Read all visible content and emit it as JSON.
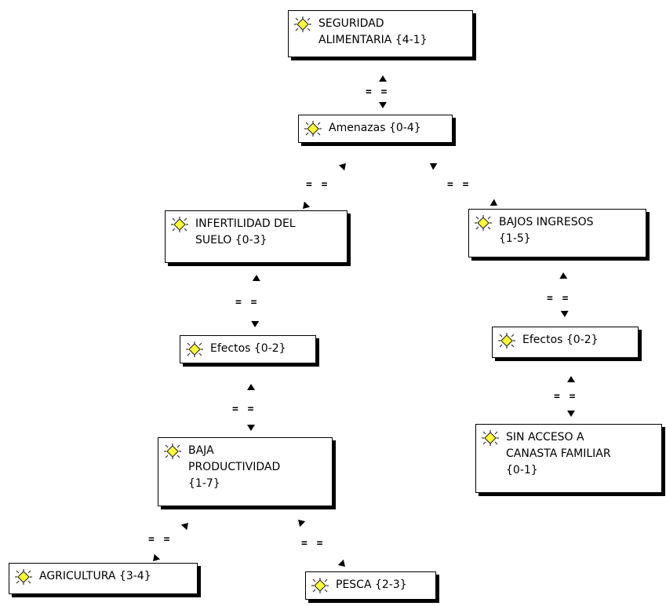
{
  "nodes": [
    {
      "id": "seguridad",
      "label": "SEGURIDAD\nALIMENTARIA {4-1}"
    },
    {
      "id": "amenazas",
      "label": "Amenazas {0-4}"
    },
    {
      "id": "infertilidad",
      "label": "INFERTILIDAD DEL\nSUELO {0-3}"
    },
    {
      "id": "bajos",
      "label": "BAJOS INGRESOS\n{1-5}"
    },
    {
      "id": "efectos1",
      "label": "Efectos {0-2}"
    },
    {
      "id": "efectos2",
      "label": "Efectos  {0-2}"
    },
    {
      "id": "baja",
      "label": "BAJA\nPRODUCTIVIDAD\n{1-7}"
    },
    {
      "id": "sinacceso",
      "label": "SIN ACCESO A\nCANASTA FAMILIAR\n{0-1}"
    },
    {
      "id": "agricultura",
      "label": "AGRICULTURA {3-4}"
    },
    {
      "id": "pesca",
      "label": "PESCA {2-3}"
    }
  ],
  "relation_label": "= =",
  "icon": "star-node-icon",
  "colors": {
    "icon_fill": "#ffff33",
    "icon_stroke": "#333333",
    "border": "#000000"
  }
}
